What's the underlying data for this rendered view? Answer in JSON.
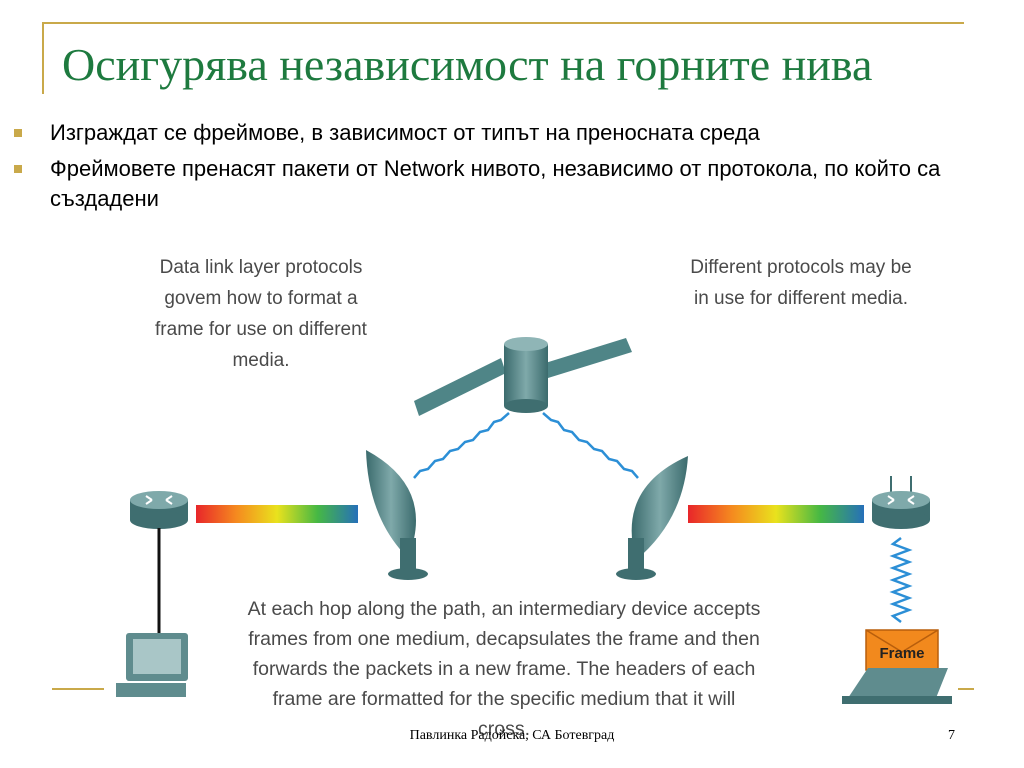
{
  "slide": {
    "title": "Осигурява независимост на горните нива",
    "bullets": [
      "Изграждат се фреймове, в зависимост от типът на пренoсната среда",
      "Фреймовете пренасят пакети от Network нивото, независимо от протокола, по който са създадени"
    ]
  },
  "diagram": {
    "callout_left": "Data link layer protocols\ngovem how to format a\nframe for use on different\nmedia.",
    "callout_right": "Different protocols may be\nin use for different media.",
    "callout_bottom": "At each hop along the path, an intermediary device accepts\nframes from one medium, decapsulates the frame and then\nforwards the packets in a new frame. The headers of each\nframe are formatted for the specific medium that it will\ncross.",
    "frame_label": "Frame",
    "icons": [
      "router-icon",
      "computer-icon",
      "satellite-dish-icon",
      "satellite-icon",
      "wireless-router-icon",
      "laptop-icon",
      "frame-envelope-icon"
    ]
  },
  "footer": {
    "author": "Павлинка Радойска, СА Ботевград",
    "page_number": "7"
  },
  "colors": {
    "title": "#1e7a3f",
    "accent_gold": "#c9a94a",
    "device_teal": "#4f8587",
    "signal_blue": "#2c8fd6",
    "frame_orange": "#f2891d"
  }
}
